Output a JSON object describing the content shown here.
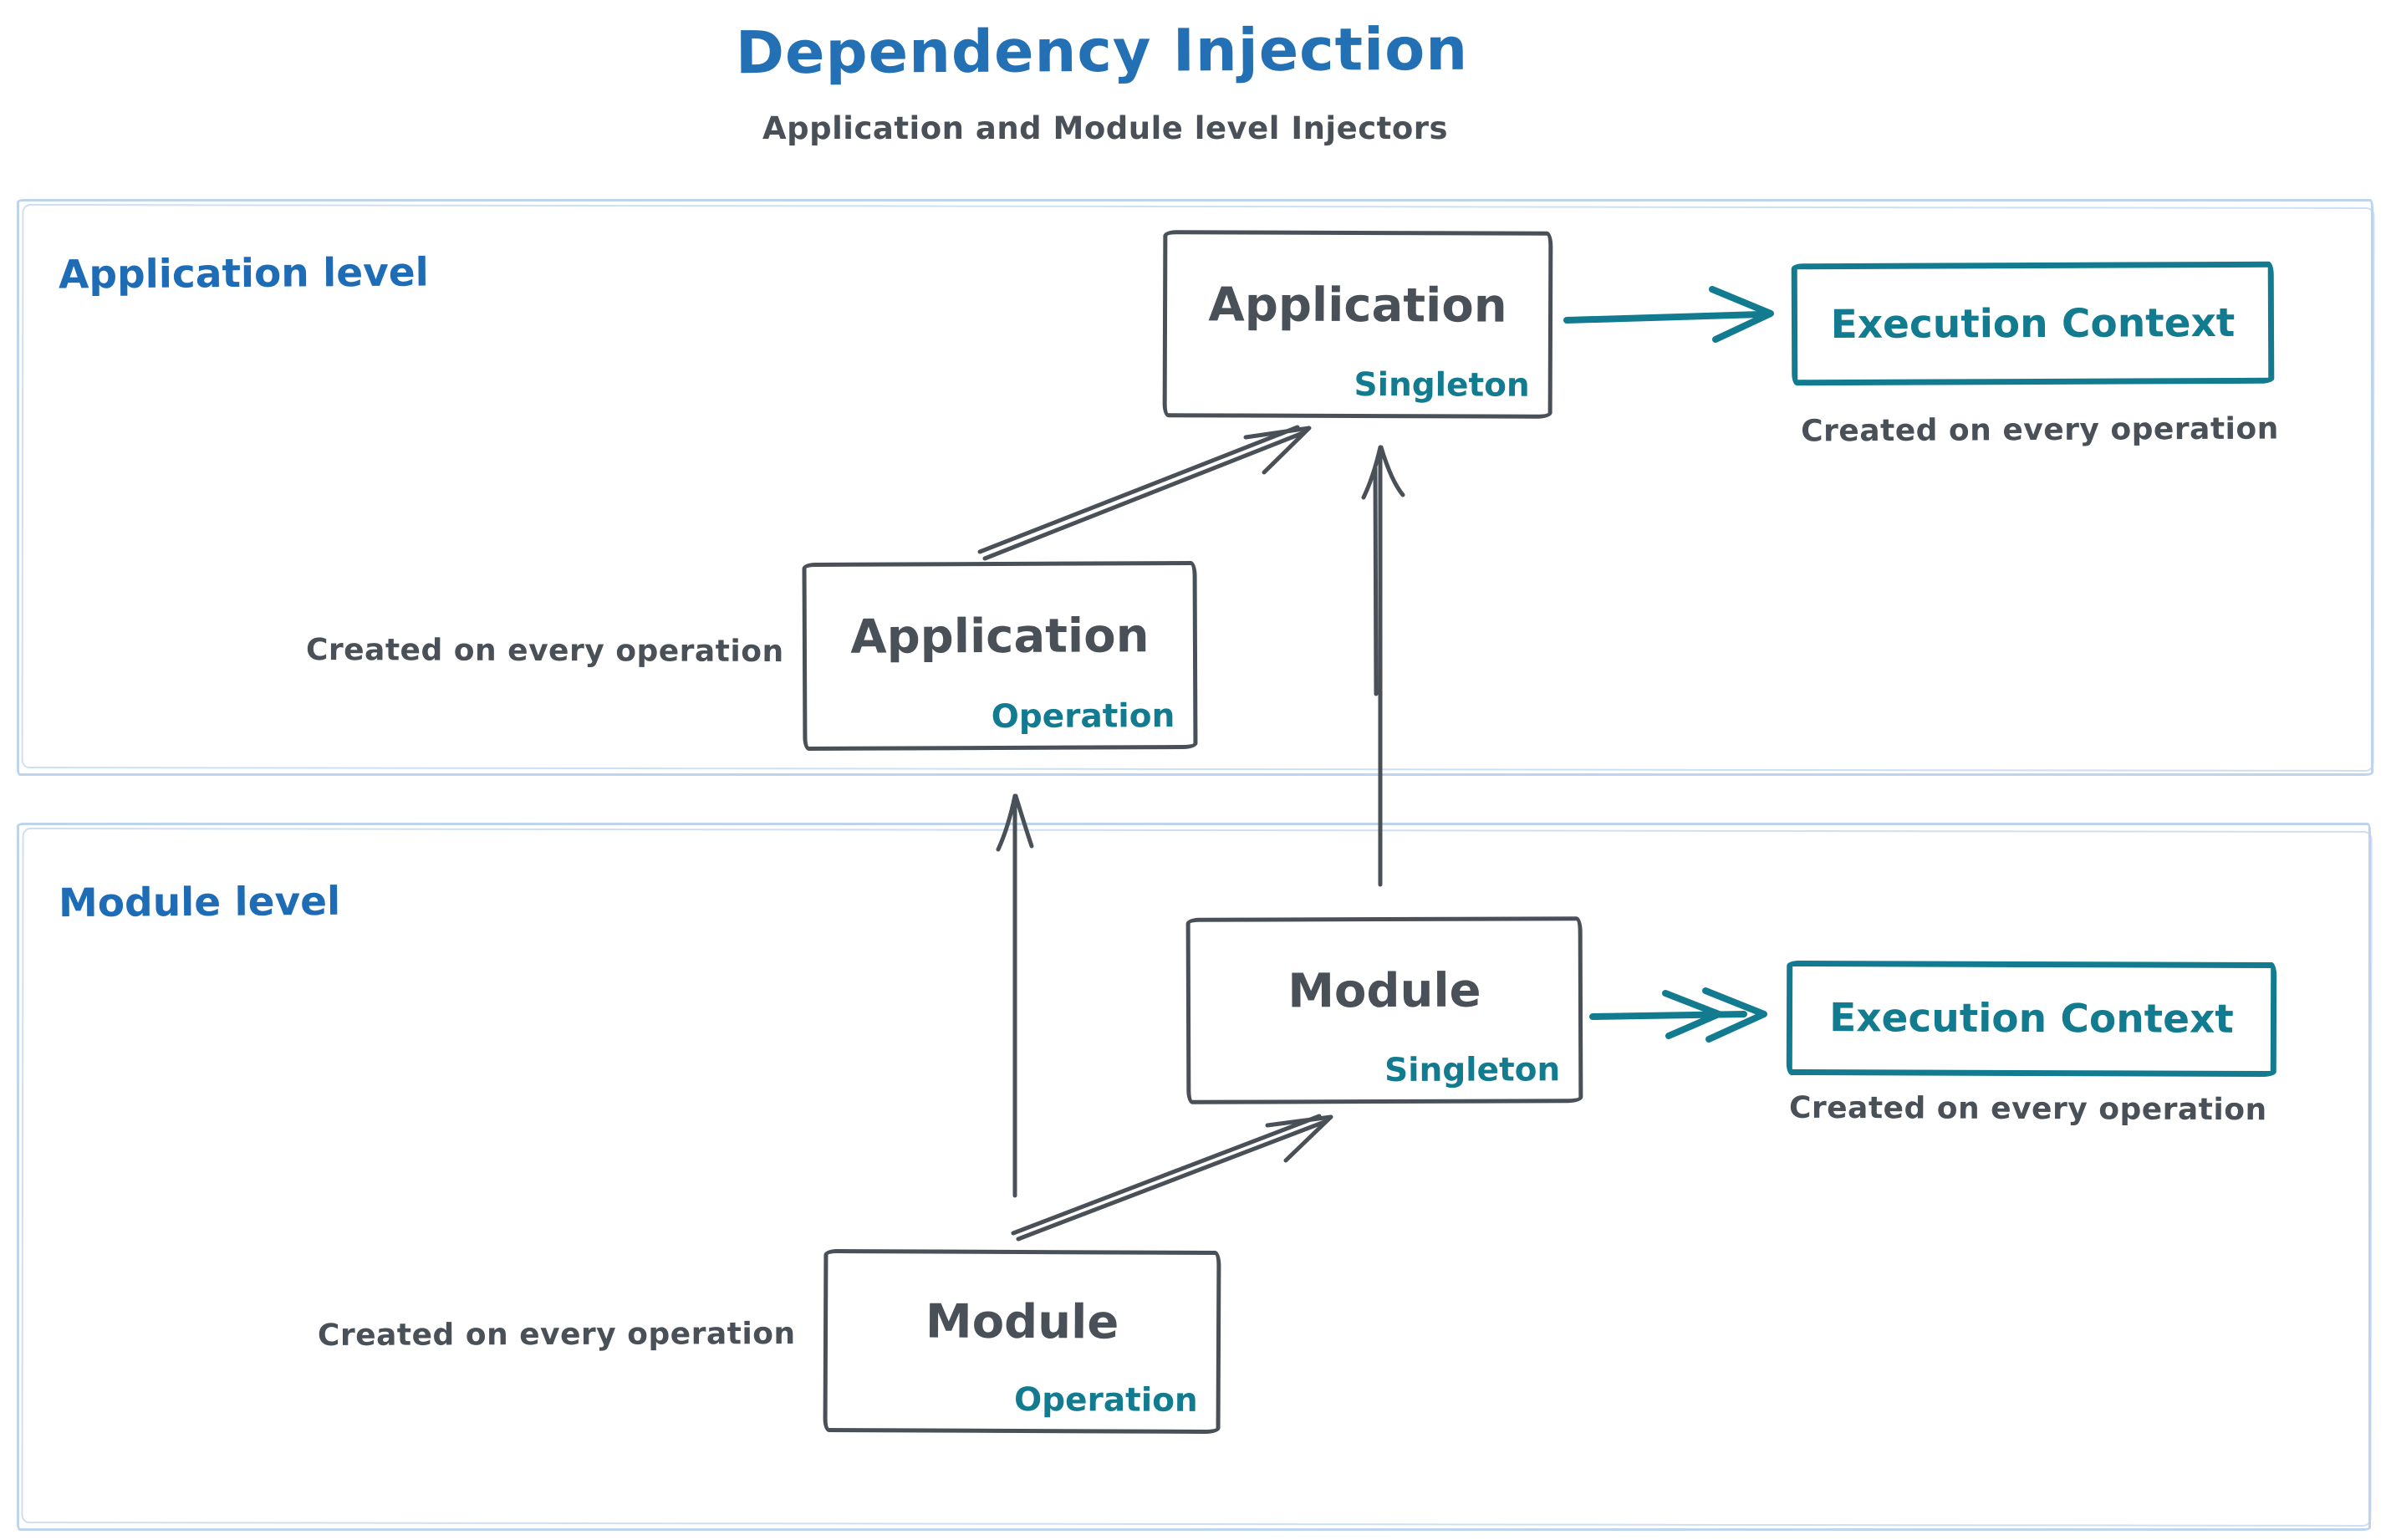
{
  "title": "Dependency Injection",
  "subtitle": "Application and Module level Injectors",
  "colors": {
    "title_blue": "#2470b5",
    "label_blue": "#1d6cb5",
    "stroke_dark": "#495057",
    "accent_teal": "#137b8f",
    "container_border": "#bed4ec"
  },
  "levels": {
    "application": {
      "label": "Application level",
      "singleton": {
        "name": "Application",
        "scope": "Singleton"
      },
      "operation": {
        "name": "Application",
        "scope": "Operation",
        "caption": "Created on every operation"
      },
      "execution_context": {
        "label": "Execution Context",
        "caption": "Created on every operation"
      }
    },
    "module": {
      "label": "Module level",
      "singleton": {
        "name": "Module",
        "scope": "Singleton"
      },
      "operation": {
        "name": "Module",
        "scope": "Operation",
        "caption": "Created on every operation"
      },
      "execution_context": {
        "label": "Execution Context",
        "caption": "Created on every operation"
      }
    }
  }
}
